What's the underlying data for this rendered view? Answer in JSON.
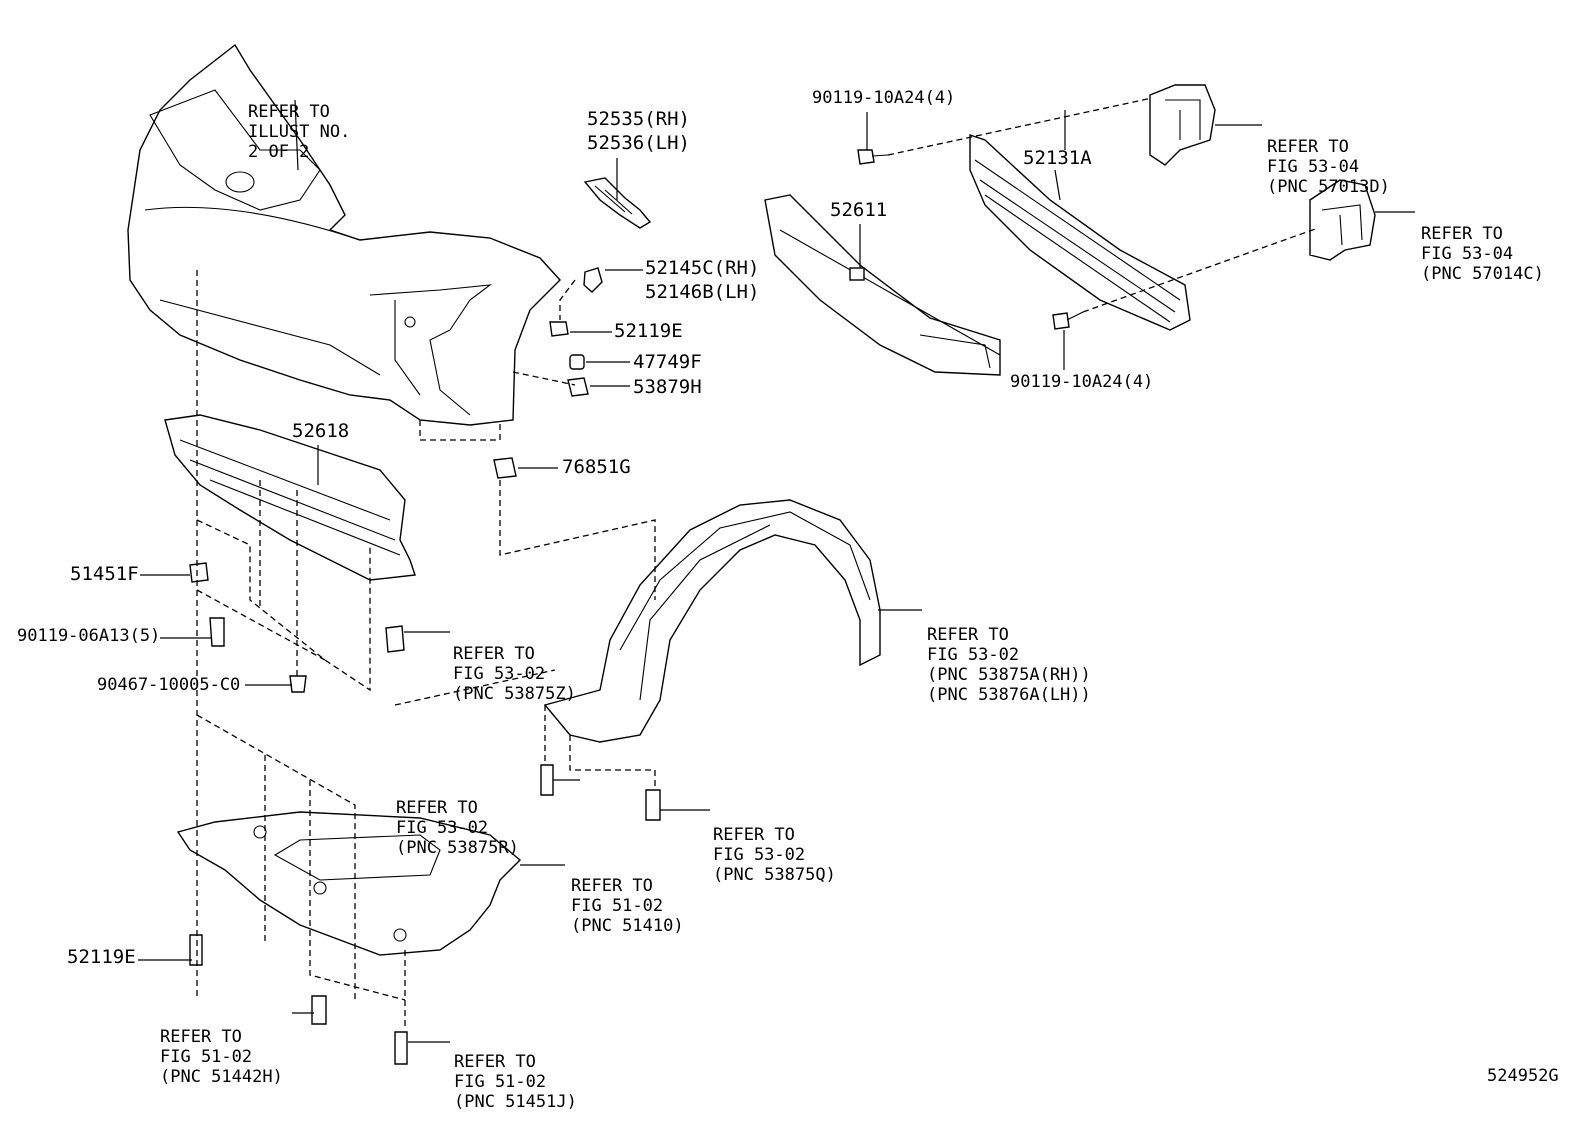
{
  "diagram_id": "524952G",
  "part_labels": {
    "p52535": "52535(RH)",
    "p52536": "52536(LH)",
    "p52145C": "52145C(RH)",
    "p52146B": "52146B(LH)",
    "p52119E_top": "52119E",
    "p47749F": "47749F",
    "p53879H": "53879H",
    "p52618": "52618",
    "p76851G": "76851G",
    "p51451F": "51451F",
    "p90119_06A13": "90119-06A13(5)",
    "p90467": "90467-10005-C0",
    "p52119E_bottom": "52119E",
    "p90119_10A24_top": "90119-10A24(4)",
    "p90119_10A24_bottom": "90119-10A24(4)",
    "p52131A": "52131A",
    "p52611": "52611"
  },
  "notes": {
    "illust": [
      "REFER TO",
      "ILLUST NO.",
      "2 OF 2"
    ],
    "fig5304_upper": [
      "REFER TO",
      "FIG 53-04",
      "(PNC 57013D)"
    ],
    "fig5304_lower": [
      "REFER TO",
      "FIG 53-04",
      "(PNC 57014C)"
    ],
    "fig5302_liner": [
      "REFER TO",
      "FIG 53-02",
      "(PNC 53875A(RH))",
      "(PNC 53876A(LH))"
    ],
    "fig5302_z": [
      "REFER TO",
      "FIG 53-02",
      "(PNC 53875Z)"
    ],
    "fig5302_r": [
      "REFER TO",
      "FIG 53-02",
      "(PNC 53875R)"
    ],
    "fig5302_q": [
      "REFER TO",
      "FIG 53-02",
      "(PNC 53875Q)"
    ],
    "fig5102_51410": [
      "REFER TO",
      "FIG 51-02",
      "(PNC 51410)"
    ],
    "fig5102_51442H": [
      "REFER TO",
      "FIG 51-02",
      "(PNC 51442H)"
    ],
    "fig5102_51451J": [
      "REFER TO",
      "FIG 51-02",
      "(PNC 51451J)"
    ]
  }
}
